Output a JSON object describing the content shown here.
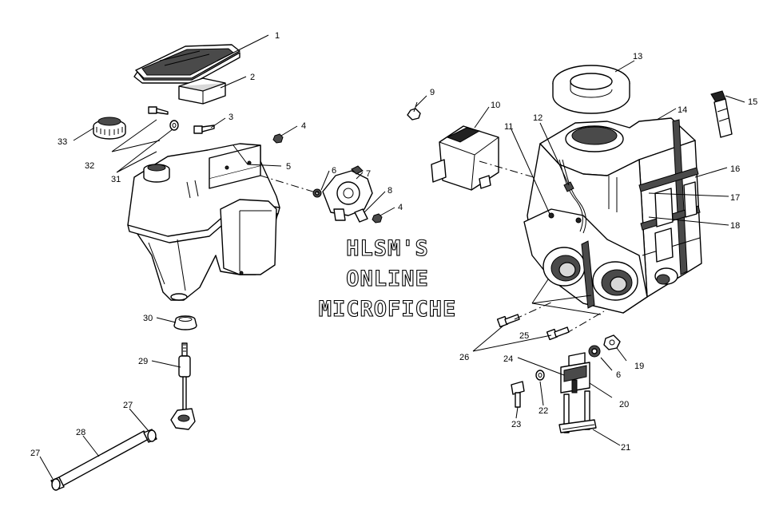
{
  "watermark": {
    "line1": "HLSM'S",
    "line2": "ONLINE",
    "line3": "MICROFICHE"
  },
  "callouts": {
    "c1": "1",
    "c2": "2",
    "c3": "3",
    "c4a": "4",
    "c5": "5",
    "c6a": "6",
    "c7": "7",
    "c8": "8",
    "c4b": "4",
    "c9": "9",
    "c10": "10",
    "c11": "11",
    "c12": "12",
    "c13": "13",
    "c14": "14",
    "c15": "15",
    "c16": "16",
    "c17": "17",
    "c18": "18",
    "c19": "19",
    "c6b": "6",
    "c20": "20",
    "c21": "21",
    "c22": "22",
    "c23": "23",
    "c24": "24",
    "c25": "25",
    "c26": "26",
    "c27a": "27",
    "c27b": "27",
    "c28": "28",
    "c29": "29",
    "c30": "30",
    "c31": "31",
    "c32": "32",
    "c33": "33"
  }
}
